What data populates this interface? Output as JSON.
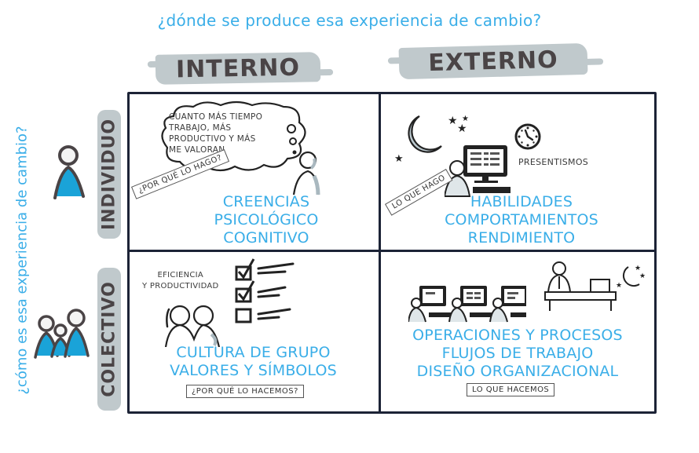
{
  "top_question": "¿dónde se produce esa experiencia de cambio?",
  "side_question": "¿cómo es esa experiencia de cambio?",
  "columns": [
    {
      "label": "INTERNO"
    },
    {
      "label": "EXTERNO"
    }
  ],
  "rows": [
    {
      "label": "INDIVIDUO",
      "icon": "single-person-icon"
    },
    {
      "label": "COLECTIVO",
      "icon": "group-people-icon"
    }
  ],
  "colors": {
    "accent_blue": "#3aaee8",
    "banner_gray": "#c0c9cc",
    "banner_text": "#4a4446",
    "grid_line": "#1c2336",
    "person_fill": "#1aa3d8"
  },
  "quadrants": {
    "individual_internal": {
      "thought_bubble": [
        "CUANTO MÁS TIEMPO",
        "TRABAJO, MÁS",
        "PRODUCTIVO Y MÁS",
        "ME VALORAN"
      ],
      "tag": "¿POR QUÉ LO HAGO?",
      "lines": [
        "CREENCIAS",
        "PSICOLÓGICO",
        "COGNITIVO"
      ]
    },
    "individual_external": {
      "note": "PRESENTISMOS",
      "tag": "LO QUE HAGO",
      "lines": [
        "HABILIDADES",
        "COMPORTAMIENTOS",
        "RENDIMIENTO"
      ]
    },
    "collective_internal": {
      "note": [
        "EFICIENCIA",
        "Y PRODUCTIVIDAD"
      ],
      "tag": "¿POR QUÉ LO HACEMOS?",
      "lines": [
        "CULTURA DE GRUPO",
        "VALORES Y SÍMBOLOS"
      ]
    },
    "collective_external": {
      "tag": "LO QUE HACEMOS",
      "lines": [
        "OPERACIONES Y PROCESOS",
        "FLUJOS DE TRABAJO",
        "DISEÑO ORGANIZACIONAL"
      ]
    }
  }
}
